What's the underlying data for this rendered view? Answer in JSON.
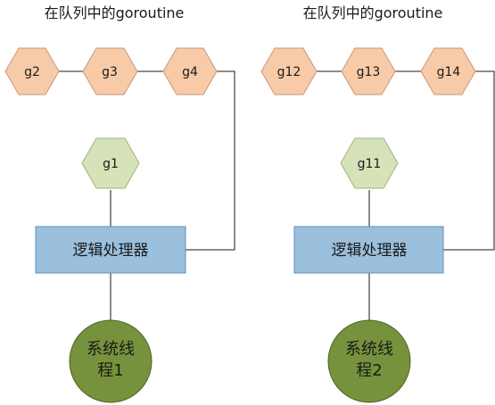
{
  "groups": [
    {
      "queue_label": "在队列中的goroutine",
      "queue": [
        "g2",
        "g3",
        "g4"
      ],
      "running": "g1",
      "processor": "逻辑处理器",
      "thread": [
        "系统线",
        "程1"
      ]
    },
    {
      "queue_label": "在队列中的goroutine",
      "queue": [
        "g12",
        "g13",
        "g14"
      ],
      "running": "g11",
      "processor": "逻辑处理器",
      "thread": [
        "系统线",
        "程2"
      ]
    }
  ],
  "colors": {
    "queued_fill": "#f8cba8",
    "queued_stroke": "#c9957a",
    "running_fill": "#d6e2b8",
    "running_stroke": "#a3b27e",
    "processor_fill": "#9ac0de",
    "processor_stroke": "#5f8fbd",
    "thread_fill": "#77923c",
    "thread_stroke": "#4f6428",
    "line": "#1a1a1a",
    "text": "#1a1a1a"
  }
}
